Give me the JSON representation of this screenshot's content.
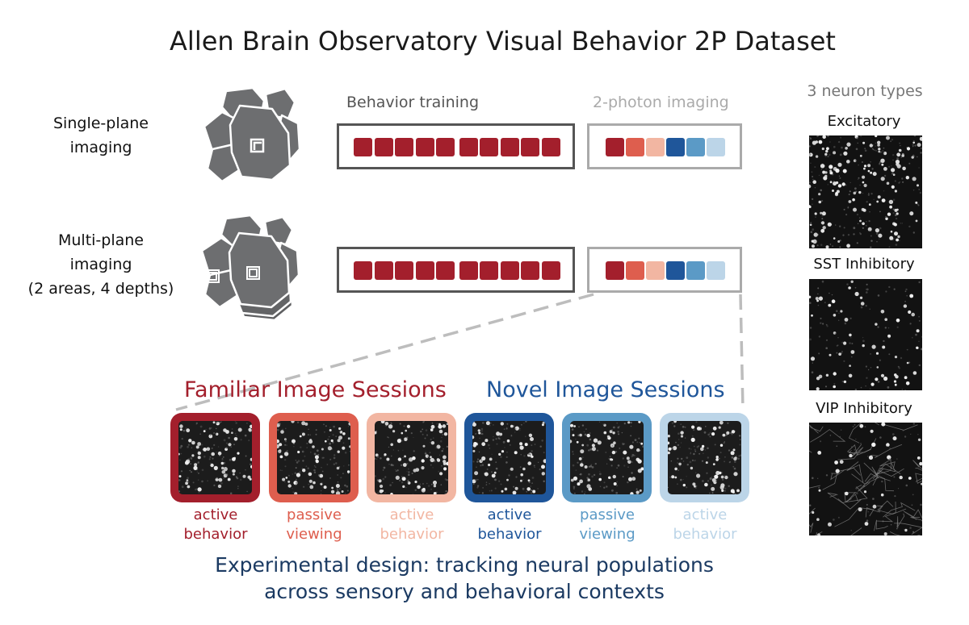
{
  "title": "Allen Brain Observatory Visual Behavior 2P Dataset",
  "rows": [
    {
      "label_line1": "Single-plane",
      "label_line2": "imaging",
      "label_line3": ""
    },
    {
      "label_line1": "Multi-plane",
      "label_line2": "imaging",
      "label_line3": "(2 areas, 4 depths)"
    }
  ],
  "panels": {
    "behavior_label": "Behavior training",
    "imaging_label": "2-photon imaging",
    "behavior_squares": 10,
    "imaging_squares": 6
  },
  "colors": {
    "dark_red": "#a31f2c",
    "red": "#de5e4e",
    "pink": "#f2b6a2",
    "dark_blue": "#1f569a",
    "blue": "#5b9ac6",
    "light_blue": "#bcd5e8",
    "gray_frame": "#555555",
    "light_gray_frame": "#aaaaaa",
    "brain": "#6d6e70",
    "caption": "#1b3a62"
  },
  "session_groups": {
    "familiar": "Familiar Image Sessions",
    "novel": "Novel Image Sessions"
  },
  "sessions": [
    {
      "line1": "active",
      "line2": "behavior",
      "color": "#a31f2c"
    },
    {
      "line1": "passive",
      "line2": "viewing",
      "color": "#de5e4e"
    },
    {
      "line1": "active",
      "line2": "behavior",
      "color": "#f2b6a2"
    },
    {
      "line1": "active",
      "line2": "behavior",
      "color": "#1f569a"
    },
    {
      "line1": "passive",
      "line2": "viewing",
      "color": "#5b9ac6"
    },
    {
      "line1": "active",
      "line2": "behavior",
      "color": "#bcd5e8"
    }
  ],
  "neuron_types": {
    "header": "3 neuron types",
    "items": [
      "Excitatory",
      "SST Inhibitory",
      "VIP Inhibitory"
    ]
  },
  "caption": {
    "line1": "Experimental design: tracking neural populations",
    "line2": "across sensory and behavioral contexts"
  }
}
